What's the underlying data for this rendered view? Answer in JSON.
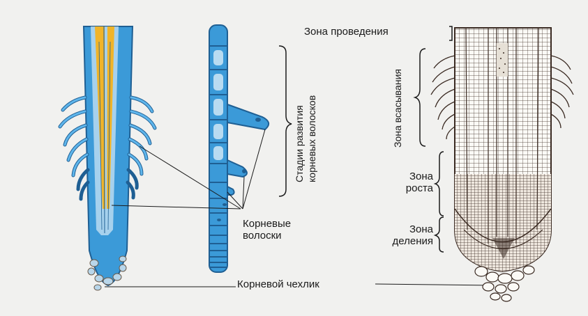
{
  "labels": {
    "conduction_zone": "Зона проведения",
    "absorption_zone": "Зона всасывания",
    "growth_zone_line1": "Зона",
    "growth_zone_line2": "роста",
    "division_zone_line1": "Зона",
    "division_zone_line2": "деления",
    "root_hairs_line1": "Корневые",
    "root_hairs_line2": "волоски",
    "root_cap": "Корневой чехлик",
    "stages_line1": "Стадии развития",
    "stages_line2": "корневых волосков"
  },
  "colors": {
    "root_blue": "#3b9ad8",
    "root_outline": "#1f5f93",
    "vascular_yellow": "#f0b429",
    "cell_ink": "#3a2a22",
    "background": "#f1f1ef"
  }
}
